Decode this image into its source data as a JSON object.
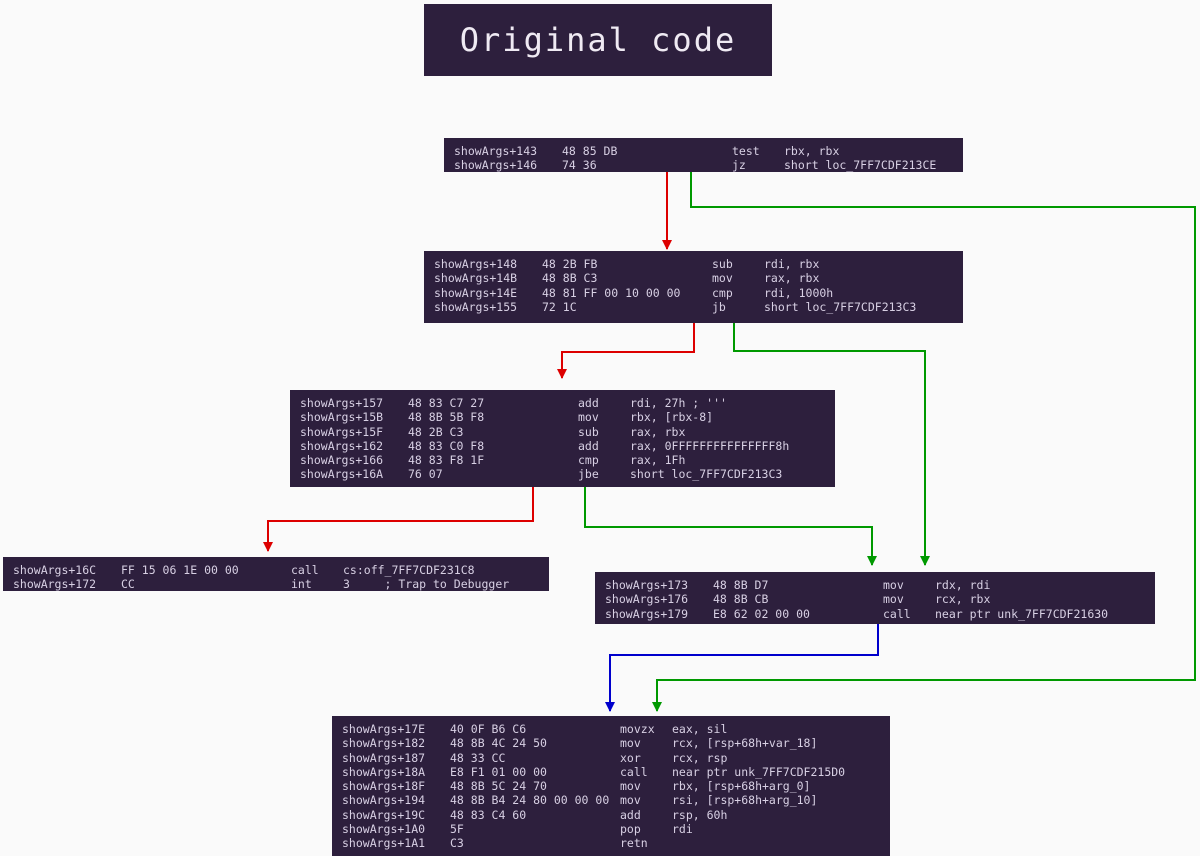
{
  "title": {
    "text": "Original code"
  },
  "colors": {
    "block_bg": "#2d1f3d",
    "block_text": "#d8d0e4",
    "page_bg": "#fafafa",
    "edge_false": "#dd0000",
    "edge_true": "#009900",
    "edge_flow": "#0000cc"
  },
  "blocks": [
    {
      "id": "block-test-rbx",
      "lines": [
        {
          "addr": "showArgs+143",
          "bytes": "48 85 DB",
          "mnem": "test",
          "ops": "rbx, rbx"
        },
        {
          "addr": "showArgs+146",
          "bytes": "74 36",
          "mnem": "jz",
          "ops": "short loc_7FF7CDF213CE"
        }
      ]
    },
    {
      "id": "block-sub-rdi",
      "lines": [
        {
          "addr": "showArgs+148",
          "bytes": "48 2B FB",
          "mnem": "sub",
          "ops": "rdi, rbx"
        },
        {
          "addr": "showArgs+14B",
          "bytes": "48 8B C3",
          "mnem": "mov",
          "ops": "rax, rbx"
        },
        {
          "addr": "showArgs+14E",
          "bytes": "48 81 FF 00 10 00 00",
          "mnem": "cmp",
          "ops": "rdi, 1000h"
        },
        {
          "addr": "showArgs+155",
          "bytes": "72 1C",
          "mnem": "jb",
          "ops": "short loc_7FF7CDF213C3"
        }
      ]
    },
    {
      "id": "block-add-rdi-27h",
      "lines": [
        {
          "addr": "showArgs+157",
          "bytes": "48 83 C7 27",
          "mnem": "add",
          "ops": "rdi, 27h ; '''"
        },
        {
          "addr": "showArgs+15B",
          "bytes": "48 8B 5B F8",
          "mnem": "mov",
          "ops": "rbx, [rbx-8]"
        },
        {
          "addr": "showArgs+15F",
          "bytes": "48 2B C3",
          "mnem": "sub",
          "ops": "rax, rbx"
        },
        {
          "addr": "showArgs+162",
          "bytes": "48 83 C0 F8",
          "mnem": "add",
          "ops": "rax, 0FFFFFFFFFFFFFFF8h"
        },
        {
          "addr": "showArgs+166",
          "bytes": "48 83 F8 1F",
          "mnem": "cmp",
          "ops": "rax, 1Fh"
        },
        {
          "addr": "showArgs+16A",
          "bytes": "76 07",
          "mnem": "jbe",
          "ops": "short loc_7FF7CDF213C3"
        }
      ]
    },
    {
      "id": "block-call-int3",
      "lines": [
        {
          "addr": "showArgs+16C",
          "bytes": "FF 15 06 1E 00 00",
          "mnem": "call",
          "ops": "cs:off_7FF7CDF231C8"
        },
        {
          "addr": "showArgs+172",
          "bytes": "CC",
          "mnem": "int",
          "ops": "3     ; Trap to Debugger"
        }
      ]
    },
    {
      "id": "block-mov-rdx-rdi",
      "lines": [
        {
          "addr": "showArgs+173",
          "bytes": "48 8B D7",
          "mnem": "mov",
          "ops": "rdx, rdi"
        },
        {
          "addr": "showArgs+176",
          "bytes": "48 8B CB",
          "mnem": "mov",
          "ops": "rcx, rbx"
        },
        {
          "addr": "showArgs+179",
          "bytes": "E8 62 02 00 00",
          "mnem": "call",
          "ops": "near ptr unk_7FF7CDF21630"
        }
      ]
    },
    {
      "id": "block-epilogue",
      "lines": [
        {
          "addr": "showArgs+17E",
          "bytes": "40 0F B6 C6",
          "mnem": "movzx",
          "ops": "eax, sil"
        },
        {
          "addr": "showArgs+182",
          "bytes": "48 8B 4C 24 50",
          "mnem": "mov",
          "ops": "rcx, [rsp+68h+var_18]"
        },
        {
          "addr": "showArgs+187",
          "bytes": "48 33 CC",
          "mnem": "xor",
          "ops": "rcx, rsp"
        },
        {
          "addr": "showArgs+18A",
          "bytes": "E8 F1 01 00 00",
          "mnem": "call",
          "ops": "near ptr unk_7FF7CDF215D0"
        },
        {
          "addr": "showArgs+18F",
          "bytes": "48 8B 5C 24 70",
          "mnem": "mov",
          "ops": "rbx, [rsp+68h+arg_0]"
        },
        {
          "addr": "showArgs+194",
          "bytes": "48 8B B4 24 80 00 00 00",
          "mnem": "mov",
          "ops": "rsi, [rsp+68h+arg_10]"
        },
        {
          "addr": "showArgs+19C",
          "bytes": "48 83 C4 60",
          "mnem": "add",
          "ops": "rsp, 60h"
        },
        {
          "addr": "showArgs+1A0",
          "bytes": "5F",
          "mnem": "pop",
          "ops": "rdi"
        },
        {
          "addr": "showArgs+1A1",
          "bytes": "C3",
          "mnem": "retn",
          "ops": ""
        }
      ]
    }
  ]
}
